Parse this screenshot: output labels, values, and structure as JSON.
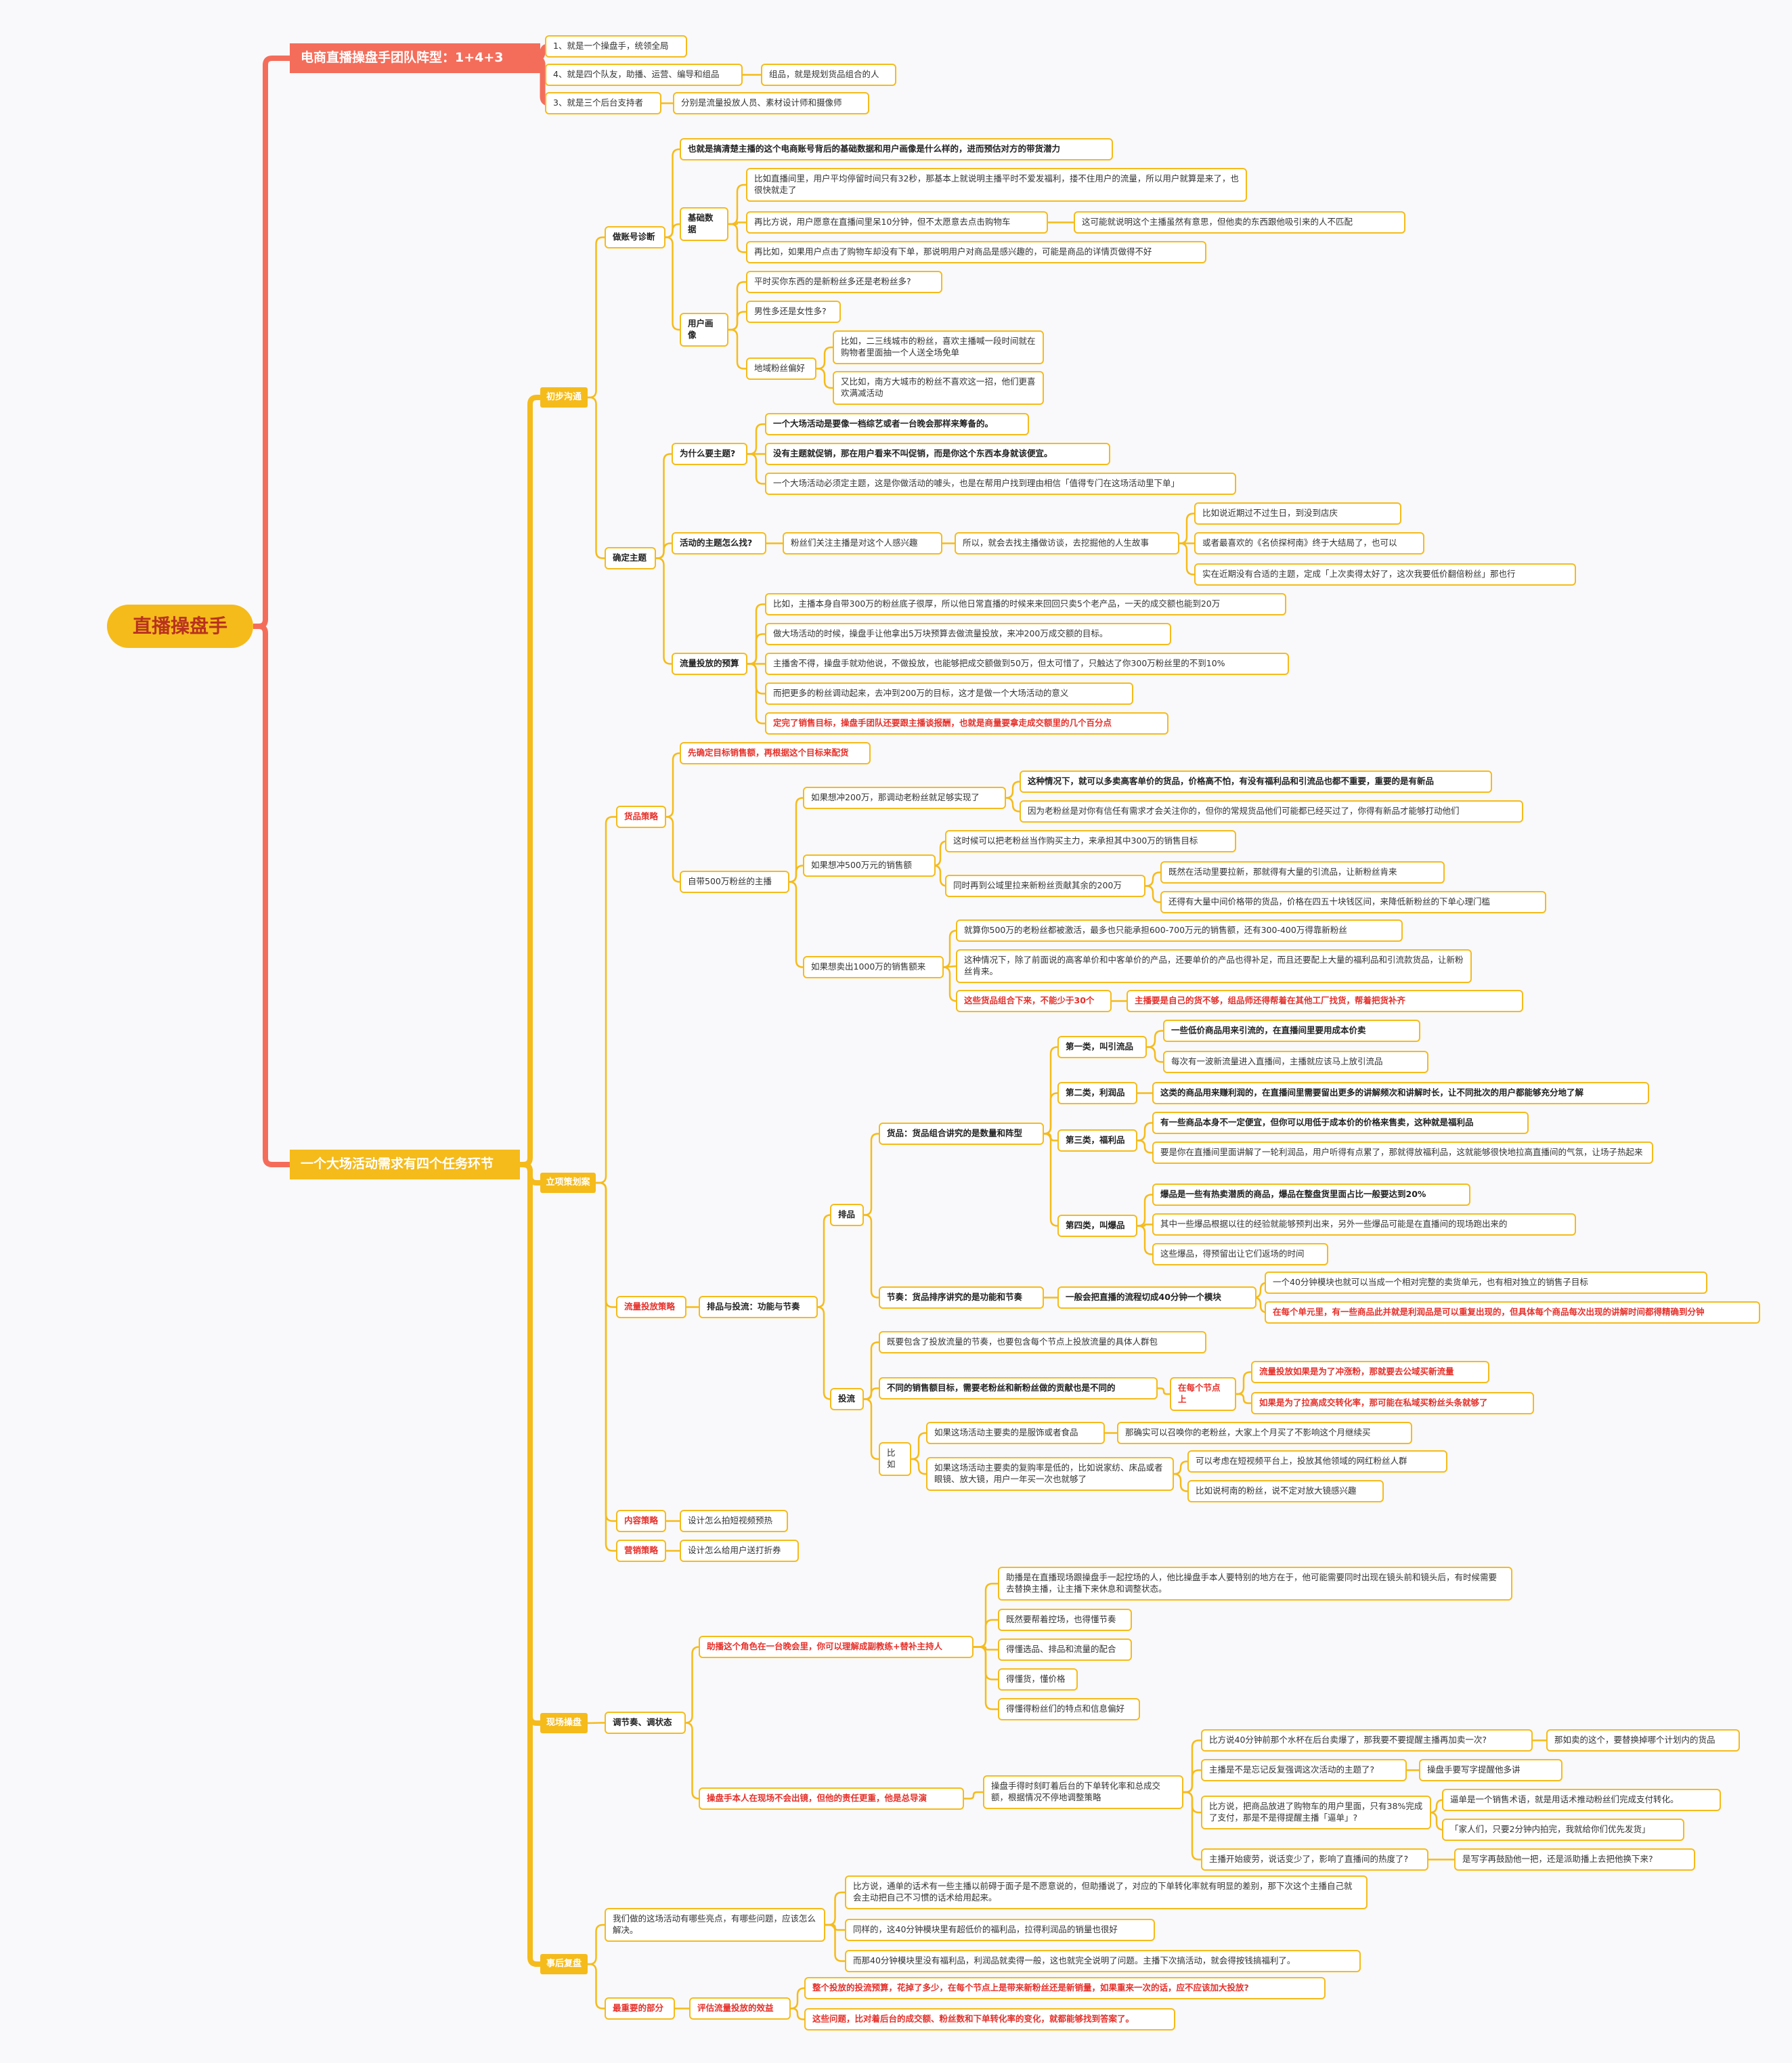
{
  "colors": {
    "red": "#f46d5b",
    "orange": "#f5bb1b",
    "text": "#333333",
    "alert": "#e5312b"
  },
  "root": "直播操盘手",
  "main1": "电商直播操盘手团队阵型：1+4+3",
  "team": [
    "1、就是一个操盘手，统领全局",
    "4、就是四个队友，助播、运营、编导和组品",
    "组品，就是规划货品组合的人",
    "3、就是三个后台支持者",
    "分别是流量投放人员、素材设计师和摄像师"
  ],
  "main2": "一个大场活动需求有四个任务环节",
  "stages": [
    "初步沟通",
    "立项策划案",
    "现场操盘",
    "事后复盘"
  ],
  "s1": {
    "diag": "做账号诊断",
    "diag_intro": "也就是搞清楚主播的这个电商账号背后的基础数据和用户画像是什么样的，进而预估对方的带货潜力",
    "base": "基础数据",
    "base_items": [
      "比如直播间里，用户平均停留时间只有32秒，那基本上就说明主播平时不爱发福利，搂不住用户的流量，所以用户就算是来了，也很快就走了",
      "再比方说，用户愿意在直播间里呆10分钟，但不太愿意去点击购物车",
      "这可能就说明这个主播虽然有意思，但他卖的东西跟他吸引来的人不匹配",
      "再比如，如果用户点击了购物车却没有下单，那说明用户对商品是感兴趣的，可能是商品的详情页做得不好"
    ],
    "persona": "用户画像",
    "persona_items": [
      "平时买你东西的是新粉丝多还是老粉丝多?",
      "男性多还是女性多?",
      "地域粉丝偏好"
    ],
    "region_items": [
      "比如，二三线城市的粉丝，喜欢主播喊一段时间就在购物者里面抽一个人送全场免单",
      "又比如，南方大城市的粉丝不喜欢这一招，他们更喜欢满减活动"
    ],
    "theme": "确定主题",
    "why": "为什么要主题?",
    "why_items": [
      "一个大场活动是要像一档综艺或者一台晚会那样来筹备的。",
      "没有主题就促销，那在用户看来不叫促销，而是你这个东西本身就该便宜。",
      "一个大场活动必须定主题，这是你做活动的噱头，也是在帮用户找到理由相信「值得专门在这场活动里下单」"
    ],
    "how": "活动的主题怎么找?",
    "how_a": "粉丝们关注主播是对这个人感兴趣",
    "how_b": "所以，就会去找主播做访谈，去挖掘他的人生故事",
    "how_items": [
      "比如说近期过不过生日，到没到店庆",
      "或者最喜欢的《名侦探柯南》终于大结局了，也可以",
      "实在近期没有合适的主题，定成「上次卖得太好了，这次我要低价翻倍粉丝」那也行"
    ],
    "budget": "流量投放的预算",
    "budget_items": [
      "比如，主播本身自带300万的粉丝底子很厚，所以他日常直播的时候来来回回只卖5个老产品，一天的成交额也能到20万",
      "做大场活动的时候，操盘手让他拿出5万块预算去做流量投放，来冲200万成交额的目标。",
      "主播舍不得，操盘手就劝他说，不做投放，也能够把成交额做到50万，但太可惜了，只触达了你300万粉丝里的不到10%",
      "而把更多的粉丝调动起来，去冲到200万的目标，这才是做一个大场活动的意义",
      "定完了销售目标，操盘手团队还要跟主播谈报酬，也就是商量要拿走成交额里的几个百分点"
    ]
  },
  "s2": {
    "goods": "货品策略",
    "goods_first": "先确定目标销售额，再根据这个目标来配货",
    "anchor500": "自带500万粉丝的主播",
    "t200": "如果想冲200万，那调动老粉丝就足够实现了",
    "t200_items": [
      "这种情况下，就可以多卖高客单价的货品，价格高不怕，有没有福利品和引流品也都不重要，重要的是有新品",
      "因为老粉丝是对你有信任有需求才会关注你的，但你的常规货品他们可能都已经买过了，你得有新品才能够打动他们"
    ],
    "t500": "如果想冲500万元的销售额",
    "t500_items": [
      "这时候可以把老粉丝当作购买主力，来承担其中300万的销售目标",
      "同时再到公域里拉来新粉丝贡献其余的200万",
      "既然在活动里要拉新，那就得有大量的引流品，让新粉丝肯来",
      "还得有大量中间价格带的货品，价格在四五十块钱区间，来降低新粉丝的下单心理门槛"
    ],
    "t1000": "如果想卖出1000万的销售额来",
    "t1000_items": [
      "就算你500万的老粉丝都被激活，最多也只能承担600-700万元的销售额，还有300-400万得靠新粉丝",
      "这种情况下，除了前面说的高客单价和中客单价的产品，还要单价的产品也得补足，而且还要配上大量的福利品和引流款货品，让新粉丝肯来。",
      "这些货品组合下来，不能少于30个",
      "主播要是自己的货不够，组品师还得帮着在其他工厂找货，帮着把货补齐"
    ],
    "flow": "流量投放策略",
    "flow_node": "排品与投流：功能与节奏",
    "pai": "排品",
    "goods_group": "货品：货品组合讲究的是数量和阵型",
    "c1": "第一类，叫引流品",
    "c1_items": [
      "一些低价商品用来引流的，在直播间里要用成本价卖",
      "每次有一波新流量进入直播间，主播就应该马上放引流品"
    ],
    "c2": "第二类，利润品",
    "c2_item": "这类的商品用来赚利润的，在直播间里需要留出更多的讲解频次和讲解时长，让不同批次的用户都能够充分地了解",
    "c3": "第三类，福利品",
    "c3_items": [
      "有一些商品本身不一定便宜，但你可以用低于成本价的价格来售卖，这种就是福利品",
      "要是你在直播间里面讲解了一轮利润品，用户听得有点累了，那就得放福利品，这就能够很快地拉高直播间的气氛，让场子热起来"
    ],
    "c4": "第四类，叫爆品",
    "c4_items": [
      "爆品是一些有热卖潜质的商品，爆品在整盘货里面占比一般要达到20%",
      "其中一些爆品根据以往的经验就能够预判出来，另外一些爆品可能是在直播间的现场跑出来的",
      "这些爆品，得预留出让它们返场的时间"
    ],
    "rhythm": "节奏：货品排序讲究的是功能和节奏",
    "rhythm_a": "一般会把直播的流程切成40分钟一个模块",
    "rhythm_items": [
      "一个40分钟模块也就可以当成一个相对完整的卖货单元，也有相对独立的销售子目标",
      "在每个单元里，有一些商品此并就是利润品是可以重复出现的，但具体每个商品每次出现的讲解时间都得精确到分钟"
    ],
    "tl": "投流",
    "tl_items": [
      "既要包含了投放流量的节奏，也要包含每个节点上投放流量的具体人群包",
      "不同的销售额目标，需要老粉丝和新粉丝做的贡献也是不同的",
      "在每个节点上"
    ],
    "tl_red": [
      "流量投放如果是为了冲涨粉，那就要去公域买新流量",
      "如果是为了拉高成交转化率，那可能在私域买粉丝头条就够了"
    ],
    "eg": "比如",
    "eg_items": [
      "如果这场活动主要卖的是服饰或者食品",
      "那确实可以召唤你的老粉丝，大家上个月买了不影响这个月继续买",
      "如果这场活动主要卖的复购率是低的，比如说家纺、床品或者眼镜、放大镜，用户一年买一次也就够了",
      "可以考虑在短视频平台上，投放其他领域的网红粉丝人群",
      "比如说柯南的粉丝，说不定对放大镜感兴趣"
    ],
    "content": "内容策略",
    "content_item": "设计怎么拍短视频预热",
    "marketing": "营销策略",
    "marketing_item": "设计怎么给用户送打折券"
  },
  "s3": {
    "adjust": "调节奏、调状态",
    "assist": "助播这个角色在一台晚会里，你可以理解成副教练+替补主持人",
    "assist_items": [
      "助播是在直播现场跟操盘手一起控场的人，他比操盘手本人要特别的地方在于，他可能需要同时出现在镜头前和镜头后，有时候需要去替换主播，让主播下来休息和调整状态。",
      "既然要帮着控场，也得懂节奏",
      "得懂选品、排品和流量的配合",
      "得懂货，懂价格",
      "得懂得粉丝们的特点和信息偏好"
    ],
    "boss": "操盘手本人在现场不会出镜，但他的责任更重，他是总导演",
    "boss_a": "操盘手得时刻盯着后台的下单转化率和总成交额，根据情况不停地调整策略",
    "boss_items": [
      "比方说40分钟前那个水杯在后台卖爆了，那我要不要提醒主播再加卖一次?",
      "那如卖的这个，要替换掉哪个计划内的货品",
      "主播是不是忘记反复强调这次活动的主题了?",
      "操盘手要写字提醒他多讲",
      "比方说，把商品放进了购物车的用户里面，只有38%完成了支付，那是不是得提醒主播「逼单」?",
      "逼单是一个销售术语，就是用话术推动粉丝们完成支付转化。",
      "「家人们，只要2分钟内拍完，我就给你们优先发货」",
      "主播开始疲劳，说话变少了，影响了直播间的热度了?",
      "是写字再鼓励他一把，还是派助播上去把他换下来?"
    ]
  },
  "s4": {
    "q": "我们做的这场活动有哪些亮点，有哪些问题，应该怎么解决。",
    "q_items": [
      "比方说，通单的话术有一些主播以前碍于面子是不愿意说的，但助播说了，对应的下单转化率就有明显的差别，那下次这个主播自己就会主动把自己不习惯的话术给用起来。",
      "同样的，这40分钟模块里有超低价的福利品，拉得利润品的销量也很好",
      "而那40分钟模块里没有福利品，利润品就卖得一般，这也就完全说明了问题。主播下次搞活动，就会得按钱搞福利了。"
    ],
    "key": "最重要的部分",
    "eval": "评估流量投放的效益",
    "eval_items": [
      "整个投放的投流预算，花掉了多少，在每个节点上是带来新粉丝还是新销量，如果重来一次的话，应不应该加大投放?",
      "这些问题，比对着后台的成交额、粉丝数和下单转化率的变化，就都能够找到答案了。"
    ]
  }
}
